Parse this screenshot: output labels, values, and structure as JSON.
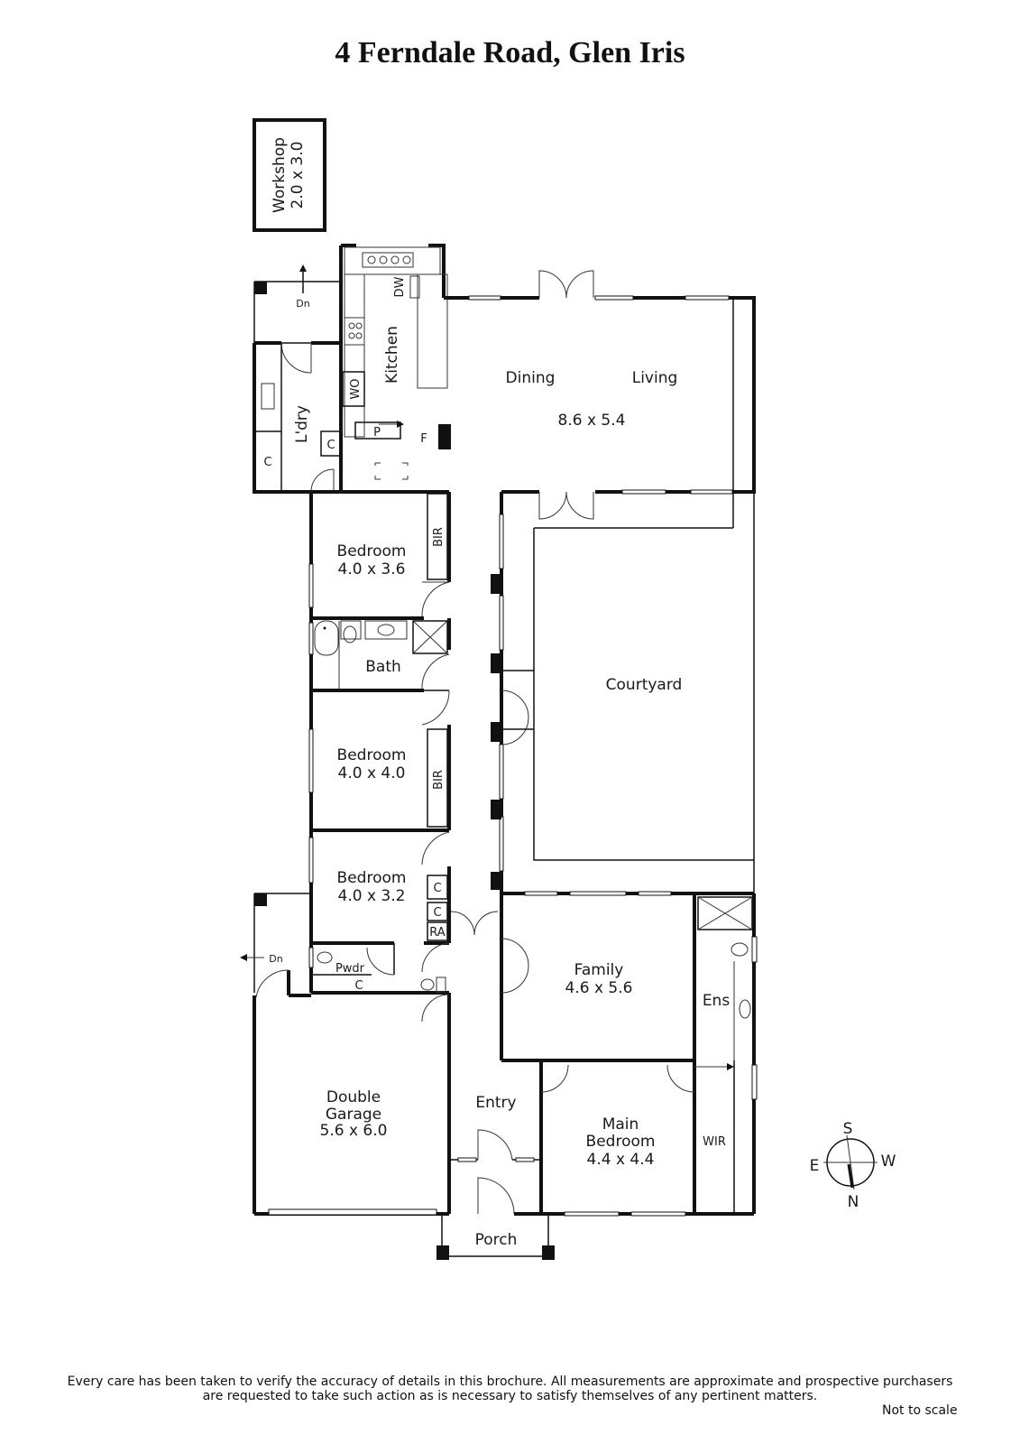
{
  "title": "4 Ferndale Road, Glen Iris",
  "rooms": {
    "workshop": {
      "name": "Workshop",
      "dims": "2.0 x 3.0"
    },
    "kitchen": {
      "name": "Kitchen"
    },
    "dining": {
      "name": "Dining"
    },
    "living": {
      "name": "Living"
    },
    "dining_living_dims": "8.6 x 5.4",
    "laundry": {
      "name": "L'dry"
    },
    "bedroom1": {
      "name": "Bedroom",
      "dims": "4.0 x 3.6"
    },
    "bath": {
      "name": "Bath"
    },
    "bedroom2": {
      "name": "Bedroom",
      "dims": "4.0 x 4.0"
    },
    "bedroom3": {
      "name": "Bedroom",
      "dims": "4.0 x 3.2"
    },
    "courtyard": {
      "name": "Courtyard"
    },
    "family": {
      "name": "Family",
      "dims": "4.6 x 5.6"
    },
    "ensuite": {
      "name": "Ens"
    },
    "powder": {
      "name": "Pwdr"
    },
    "garage": {
      "line1": "Double",
      "line2": "Garage",
      "dims": "5.6 x 6.0"
    },
    "entry": {
      "name": "Entry"
    },
    "main_bedroom": {
      "line1": "Main",
      "line2": "Bedroom",
      "dims": "4.4 x 4.4"
    },
    "wir": {
      "name": "WIR"
    },
    "porch": {
      "name": "Porch"
    }
  },
  "fixtures": {
    "dw": "DW",
    "wo": "WO",
    "pantry": "P",
    "fridge": "F",
    "cupboard": "C",
    "bir": "BIR",
    "ra": "RA",
    "down": "Dn"
  },
  "compass": {
    "s": "S",
    "w": "W",
    "n": "N",
    "e": "E"
  },
  "disclaimer_line1": "Every care has been taken to verify the accuracy of details in this brochure.  All measurements are approximate and prospective purchasers",
  "disclaimer_line2": "are requested to take such action as is necessary to satisfy themselves of any pertinent matters.",
  "not_to_scale": "Not to scale"
}
